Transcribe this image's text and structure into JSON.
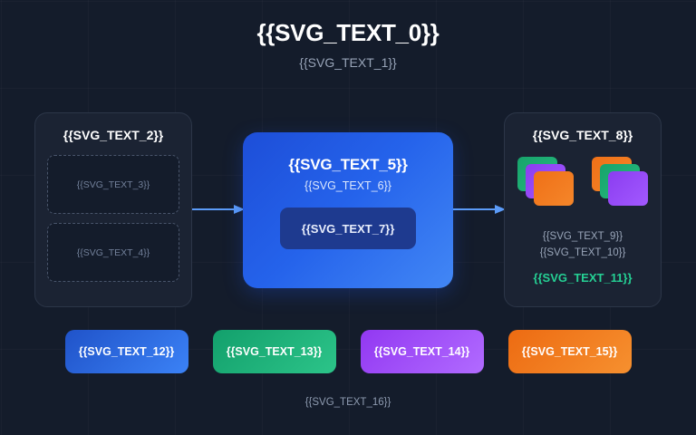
{
  "header": {
    "title": "{{SVG_TEXT_0}}",
    "subtitle": "{{SVG_TEXT_1}}"
  },
  "left_panel": {
    "title": "{{SVG_TEXT_2}}",
    "slots": [
      {
        "label": "{{SVG_TEXT_3}}"
      },
      {
        "label": "{{SVG_TEXT_4}}"
      }
    ]
  },
  "center_card": {
    "title": "{{SVG_TEXT_5}}",
    "subtitle": "{{SVG_TEXT_6}}",
    "badge_label": "{{SVG_TEXT_7}}"
  },
  "right_panel": {
    "title": "{{SVG_TEXT_8}}",
    "lines": [
      "{{SVG_TEXT_9}}",
      "{{SVG_TEXT_10}}"
    ],
    "highlight": "{{SVG_TEXT_11}}",
    "stacks": [
      {
        "name": "stack-left",
        "cards": [
          "green",
          "purple",
          "orange"
        ]
      },
      {
        "name": "stack-right",
        "cards": [
          "orange",
          "green",
          "purple"
        ]
      }
    ]
  },
  "pills": [
    {
      "label": "{{SVG_TEXT_12}}",
      "color": "blue"
    },
    {
      "label": "{{SVG_TEXT_13}}",
      "color": "green"
    },
    {
      "label": "{{SVG_TEXT_14}}",
      "color": "purple"
    },
    {
      "label": "{{SVG_TEXT_15}}",
      "color": "orange"
    }
  ],
  "footer": {
    "caption": "{{SVG_TEXT_16}}"
  },
  "colors": {
    "background": "#141c2b",
    "panel_fill": "#1b2333",
    "panel_border": "#2c3648",
    "slot_border": "#49556b",
    "accent_blue": "#3b82f6",
    "arrow_blue": "#5b9bf8",
    "accent_green": "#25d094",
    "accent_purple": "#a259ff",
    "accent_orange": "#f5862a",
    "text_primary": "#ffffff",
    "text_muted": "#98a4b8"
  },
  "icons": {
    "arrow": "arrow-right-icon",
    "card": "stacked-card-icon"
  }
}
